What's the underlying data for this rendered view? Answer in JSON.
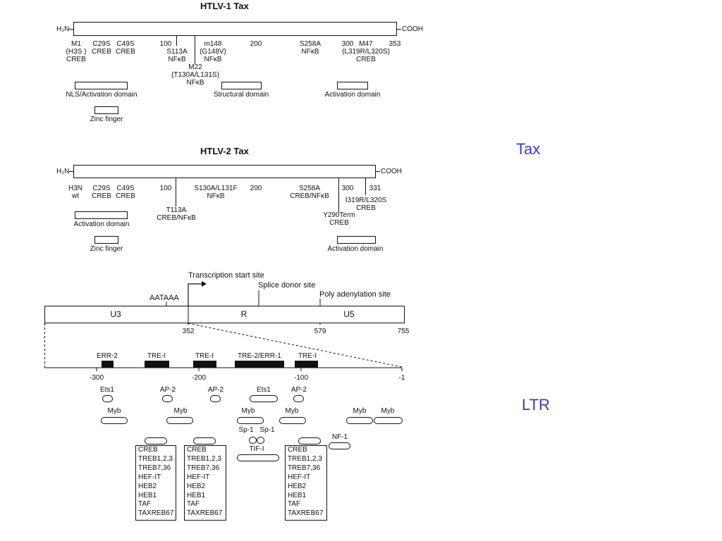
{
  "side_labels": {
    "tax": "Tax",
    "ltr": "LTR"
  },
  "htlv1": {
    "title": "HTLV-1 Tax",
    "n_term": "H₂N",
    "c_term": "COOH",
    "mutants": {
      "m1": "M1\n(H3S )\nCREB",
      "c29s": "C29S\nCREB",
      "c49s": "C49S\nCREB",
      "p100": "100",
      "s113a": "S113A\nNFκB",
      "m22": "M22\n(T130A/L131S)\nNFκB",
      "m148": "m148\n(G148V)\nNFκB",
      "p200": "200",
      "s258a": "S258A\nNFκB",
      "p300": "300",
      "m47": "M47\n(L319R/L320S)\nCREB",
      "p353": "353"
    },
    "domains": {
      "nls": "NLS/Activation domain",
      "structural": "Structural domain",
      "activation": "Activation domain",
      "zinc": "Zinc finger"
    }
  },
  "htlv2": {
    "title": "HTLV-2 Tax",
    "n_term": "H₂N",
    "c_term": "COOH",
    "mutants": {
      "h3n": "H3N\nwt",
      "c29s": "C29S\nCREB",
      "c49s": "C49S\nCREB",
      "p100": "100",
      "t113a": "T113A\nCREB/NFκB",
      "s130a": "S130A/L131F\nNFκB",
      "p200": "200",
      "s258a": "S258A\nCREB/NFκB",
      "y290": "Y290Term\nCREB",
      "p300": "300",
      "p331": "331",
      "i319r": "I319R/L320S\nCREB"
    },
    "domains": {
      "activation1": "Activation domain",
      "zinc": "Zinc finger",
      "activation2": "Activation domain"
    }
  },
  "ltr": {
    "transcription_start": "Transcription start site",
    "splice_donor": "Splice donor site",
    "polya_site": "Poly adenylation site",
    "aataaa": "AATAAA",
    "segments": {
      "u3": "U3",
      "r": "R",
      "u5": "U5"
    },
    "positions": {
      "p352": "352",
      "p579": "579",
      "p755": "755"
    },
    "elements": {
      "err2": "ERR-2",
      "trei_a": "TRE-I",
      "trei_b": "TRE-I",
      "tre2": "TRE-2/ERR-1",
      "trei_c": "TRE-I"
    },
    "scale": {
      "m300": "-300",
      "m200": "-200",
      "m100": "-100",
      "m1": "-1"
    },
    "factors": {
      "ets1_a": "Ets1",
      "ap2_a": "AP-2",
      "ap2_b": "AP-2",
      "ets1_b": "Ets1",
      "ap2_c": "AP-2",
      "myb_a": "Myb",
      "myb_b": "Myb",
      "myb_c": "Myb",
      "myb_d": "Myb",
      "myb_e": "Myb",
      "myb_f": "Myb",
      "sp1_a": "Sp-1",
      "sp1_b": "Sp-1",
      "tif1": "TIF-I",
      "nf1": "NF-1"
    },
    "creb_lists": [
      [
        "CREB",
        "TREB1,2,3",
        "TREB7,36",
        "HEF-IT",
        "HEB2",
        "HEB1",
        "TAF",
        "TAXREB67"
      ],
      [
        "CREB",
        "TREB1,2,3",
        "TREB7,36",
        "HEF-IT",
        "HEB2",
        "HEB1",
        "TAF",
        "TAXREB67"
      ],
      [
        "CREB",
        "TREB1,2,3",
        "TREB7,36",
        "HEF-IT",
        "HEB2",
        "HEB1",
        "TAF",
        "TAXREB67"
      ]
    ]
  }
}
